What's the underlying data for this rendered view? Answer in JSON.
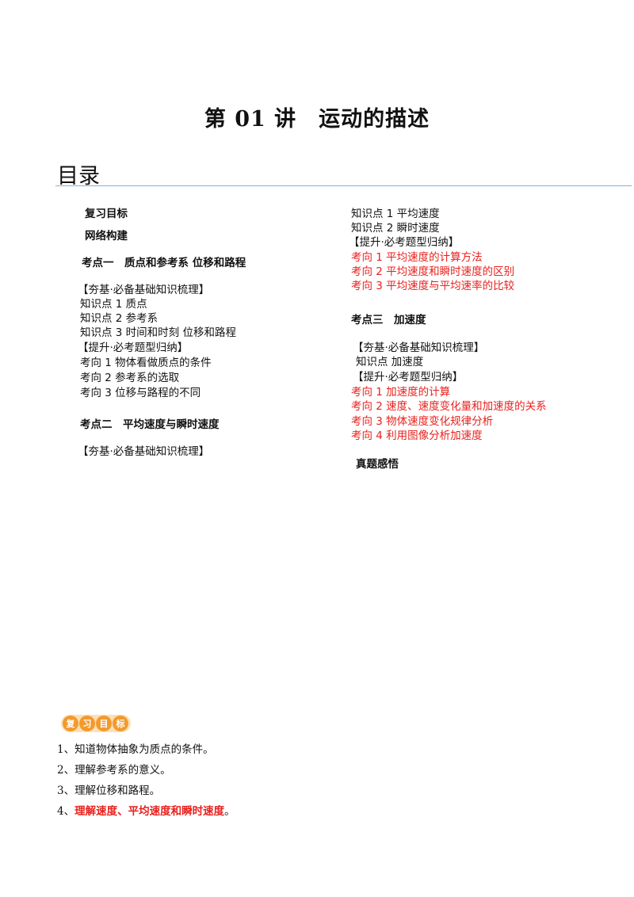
{
  "title": "第 01 讲　运动的描述",
  "toc_heading": "目录",
  "left_col": {
    "review_goal": "复习目标",
    "network": "网络构建",
    "topic1": "考点一　质点和参考系 位移和路程",
    "t1_base": "【夯基·必备基础知识梳理】",
    "t1_k1": "知识点 1  质点",
    "t1_k2": "知识点 2  参考系",
    "t1_k3": "知识点 3  时间和时刻  位移和路程",
    "t1_up": "【提升·必考题型归纳】",
    "t1_d1": "考向 1  物体看做质点的条件",
    "t1_d2": "考向 2  参考系的选取",
    "t1_d3": "考向 3  位移与路程的不同",
    "topic2": "考点二　平均速度与瞬时速度",
    "t2_base": "【夯基·必备基础知识梳理】"
  },
  "right_col": {
    "t2_k1": "知识点 1  平均速度",
    "t2_k2": "知识点 2  瞬时速度",
    "t2_up": "【提升·必考题型归纳】",
    "t2_d1": "考向 1  平均速度的计算方法",
    "t2_d2": "考向 2  平均速度和瞬时速度的区别",
    "t2_d3": "考向 3  平均速度与平均速率的比较",
    "topic3": "考点三　加速度",
    "t3_base": "【夯基·必备基础知识梳理】",
    "t3_k1": "知识点  加速度",
    "t3_up": "【提升·必考题型归纳】",
    "t3_d1": "考向 1  加速度的计算",
    "t3_d2": "考向 2  速度、速度变化量和加速度的关系",
    "t3_d3": "考向 3  物体速度变化规律分析",
    "t3_d4": "考向 4  利用图像分析加速度",
    "real": "真题感悟"
  },
  "badge": {
    "chars": [
      "复",
      "习",
      "目",
      "标"
    ]
  },
  "objectives": {
    "o1": "1、知道物体抽象为质点的条件。",
    "o2": "2、理解参考系的意义。",
    "o3": "3、理解位移和路程。",
    "o4_prefix": "4、",
    "o4_emph": "理解速度、平均速度和瞬时速度",
    "o4_suffix": "。"
  },
  "colors": {
    "accent_red": "#e8211d",
    "rule_blue": "#7fb2d6",
    "badge_orange": "#f39a2b"
  }
}
